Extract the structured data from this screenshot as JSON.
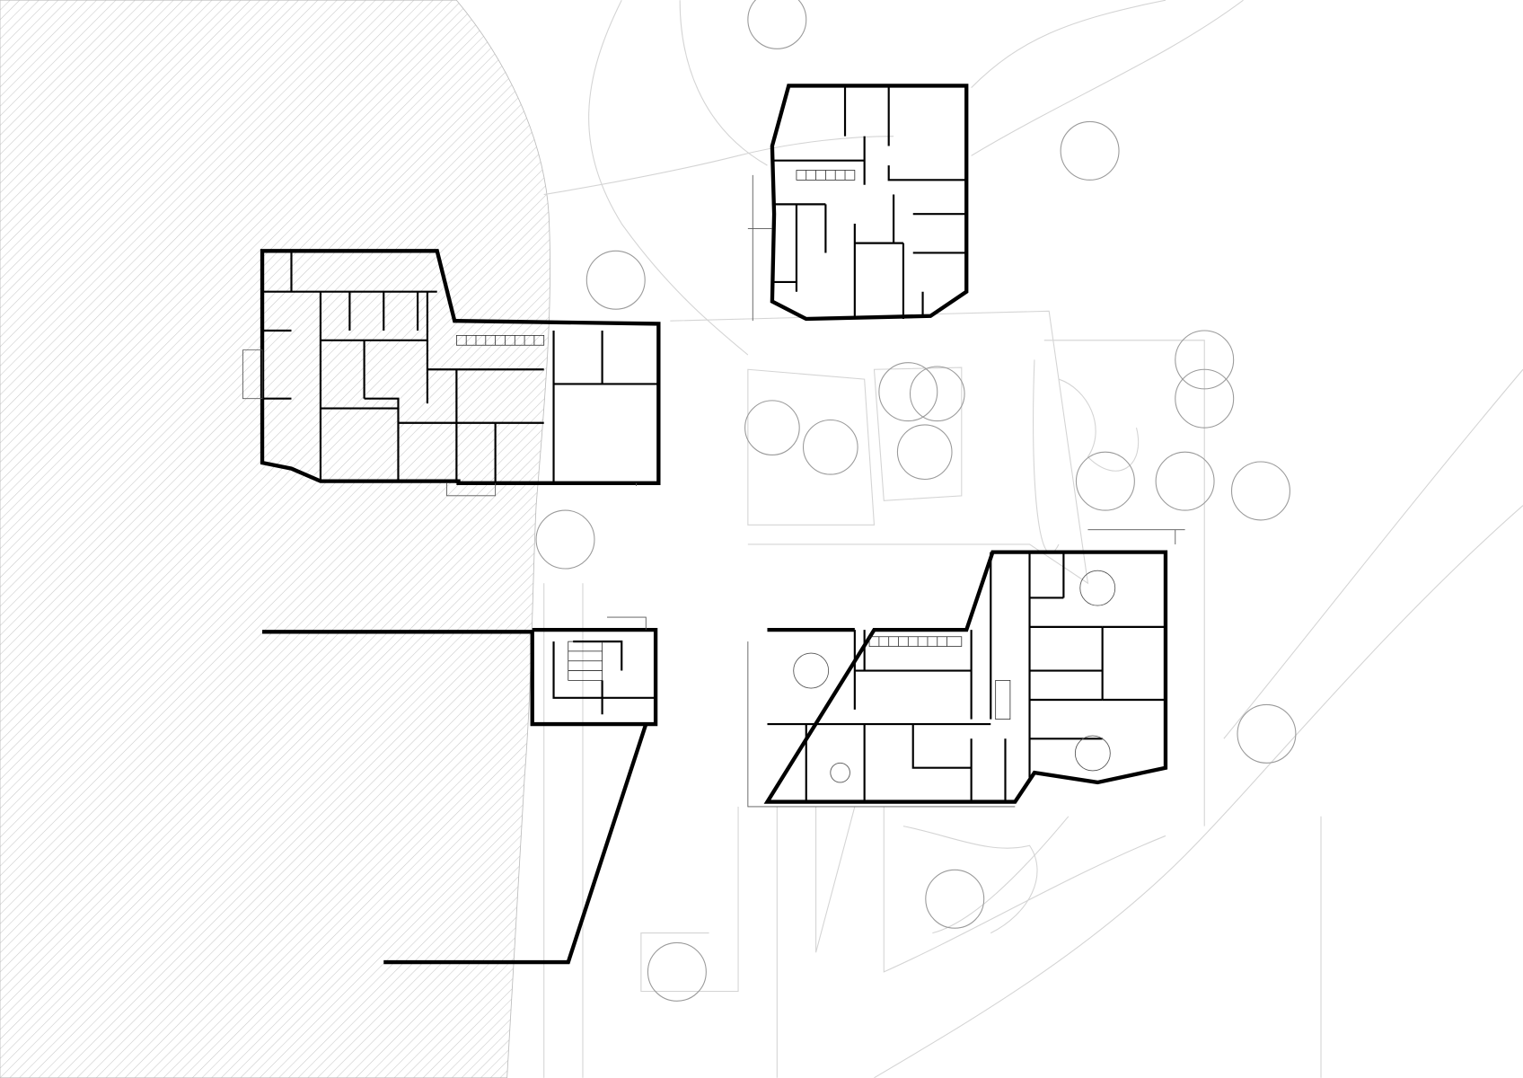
{
  "drawing": {
    "kind": "site-floor-plan",
    "colors": {
      "background": "#ffffff",
      "walls": "#000000",
      "site_lines": "#d4d4d4",
      "trees": "#9a9a9a",
      "hatch": "#c8c8c8"
    },
    "buildings": [
      {
        "id": "building-northwest"
      },
      {
        "id": "building-northeast"
      },
      {
        "id": "building-southeast"
      },
      {
        "id": "building-southwest-existing"
      }
    ]
  }
}
